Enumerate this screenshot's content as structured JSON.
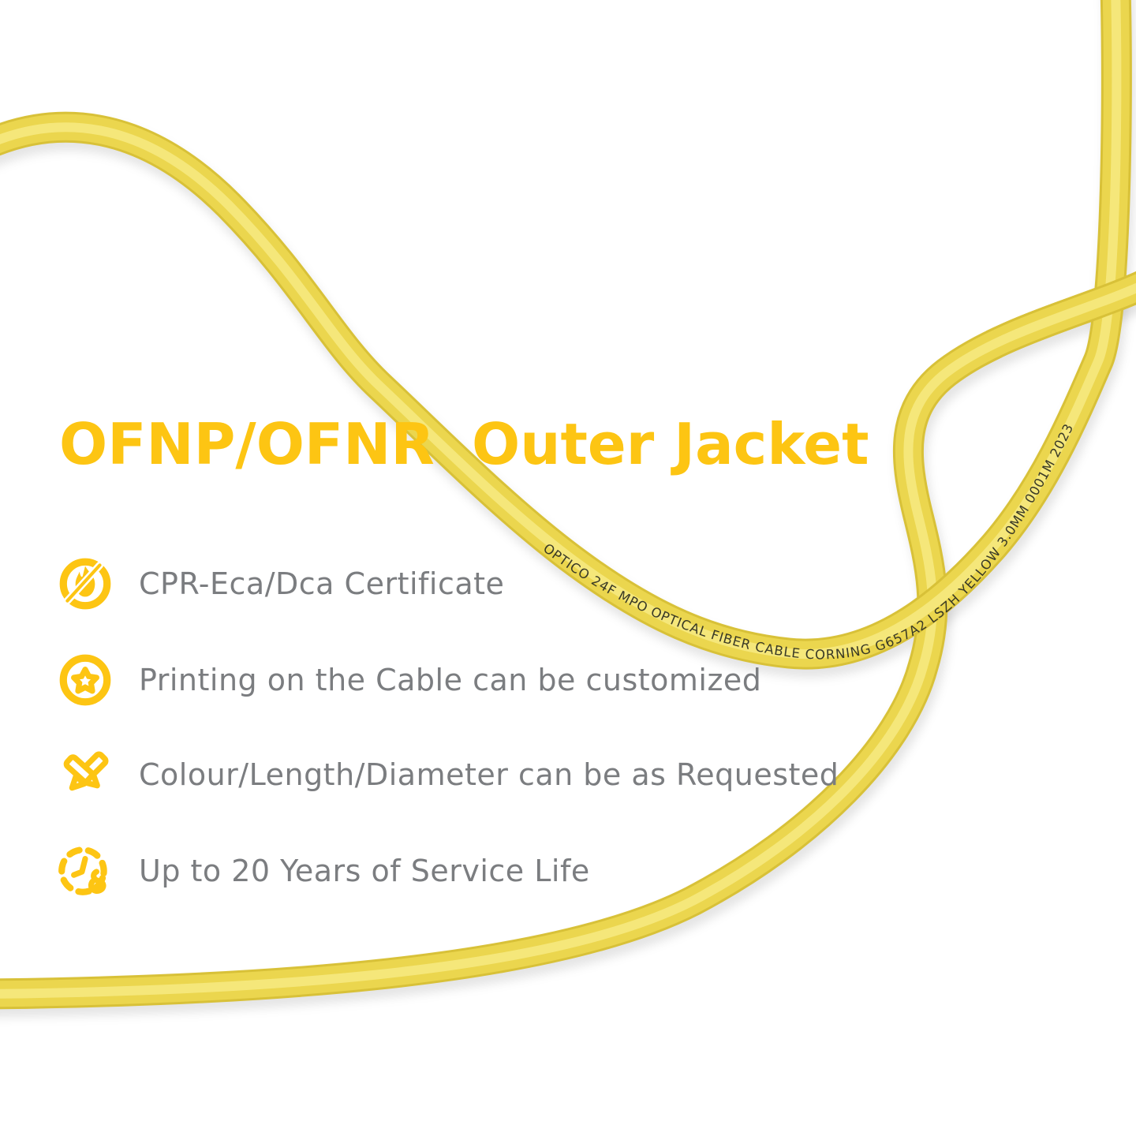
{
  "title": {
    "left": "OFNP/OFNR",
    "right": "Outer Jacket",
    "color": "#FDC513"
  },
  "features": [
    {
      "icon": "no-fire-icon",
      "label": "CPR-Eca/Dca Certificate"
    },
    {
      "icon": "star-badge-icon",
      "label": "Printing on the Cable can be customized"
    },
    {
      "icon": "pencils-icon",
      "label": "Colour/Length/Diameter can be as Requested"
    },
    {
      "icon": "clock-link-icon",
      "label": "Up to 20 Years of Service Life"
    }
  ],
  "cable": {
    "print_text": "OPTICO 24F MPO OPTICAL FIBER CABLE CORNING G657A2 LSZH YELLOW 3.0MM 0001M 2023",
    "body_color": "#EBD64E",
    "edge_color": "#D8C138",
    "highlight_color": "#F6E980",
    "print_color": "#3A3A26"
  },
  "colors": {
    "accent_yellow": "#FDC513",
    "text_gray": "#7B7D80",
    "background": "#FFFFFF"
  }
}
